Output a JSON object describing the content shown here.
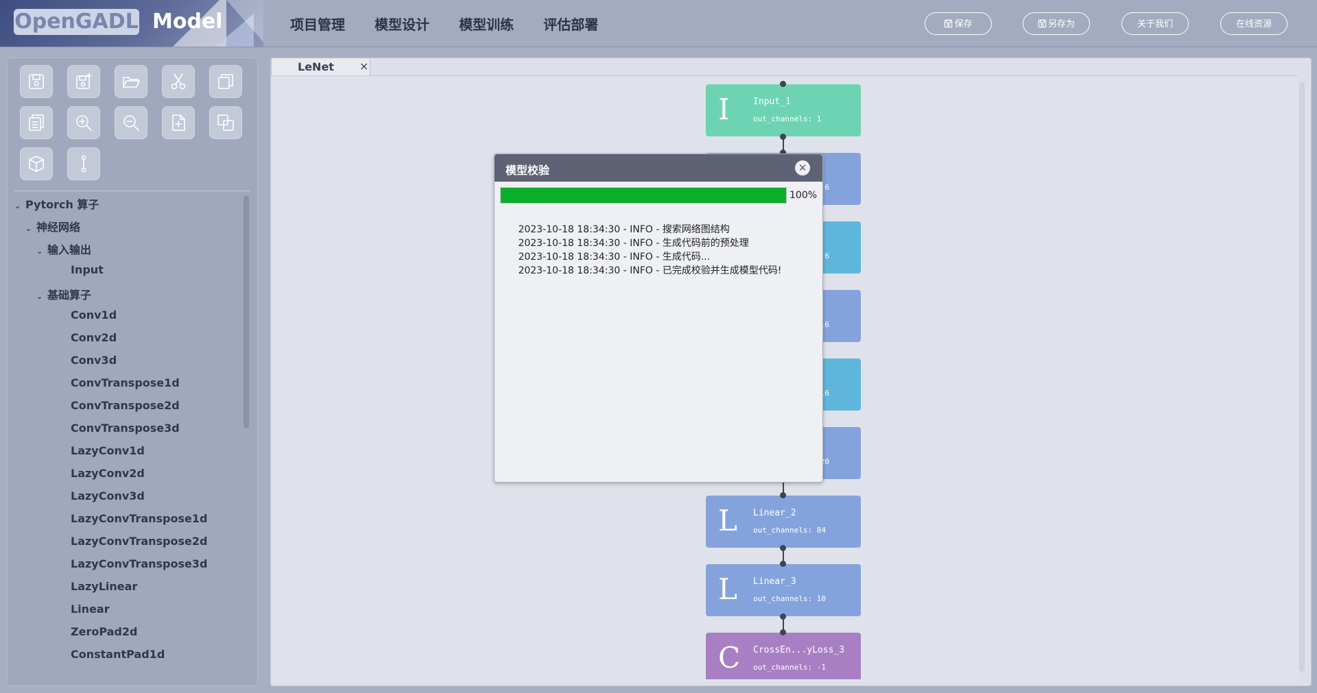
{
  "app": {
    "logo_left": "OpenGADL",
    "logo_right": "Model"
  },
  "nav": [
    "项目管理",
    "模型设计",
    "模型训练",
    "评估部署"
  ],
  "header_buttons": [
    {
      "label": "保存",
      "icon": "save-icon"
    },
    {
      "label": "另存为",
      "icon": "save-as-icon"
    },
    {
      "label": "关于我们"
    },
    {
      "label": "在线资源"
    }
  ],
  "toolbar": [
    {
      "icon": "save-icon"
    },
    {
      "icon": "save-as-icon"
    },
    {
      "icon": "open-folder-icon"
    },
    {
      "icon": "cut-icon"
    },
    {
      "icon": "copy-icon"
    },
    {
      "icon": "paste-icon"
    },
    {
      "icon": "zoom-in-icon"
    },
    {
      "icon": "zoom-out-icon"
    },
    {
      "icon": "new-file-icon"
    },
    {
      "icon": "duplicate-icon"
    },
    {
      "icon": "cube-icon"
    },
    {
      "icon": "connector-icon"
    }
  ],
  "tree": {
    "root": "Pytorch 算子",
    "group": "神经网络",
    "io_folder": "输入输出",
    "io_items": [
      "Input"
    ],
    "basic_folder": "基础算子",
    "basic_items": [
      "Conv1d",
      "Conv2d",
      "Conv3d",
      "ConvTranspose1d",
      "ConvTranspose2d",
      "ConvTranspose3d",
      "LazyConv1d",
      "LazyConv2d",
      "LazyConv3d",
      "LazyConvTranspose1d",
      "LazyConvTranspose2d",
      "LazyConvTranspose3d",
      "LazyLinear",
      "Linear",
      "ZeroPad2d",
      "ConstantPad1d"
    ]
  },
  "tab": {
    "label": "LeNet",
    "close": "×"
  },
  "nodes": [
    {
      "letter": "I",
      "name": "Input_1",
      "channels": "out_channels: 1",
      "color": "#6dd3b3"
    },
    {
      "letter": "",
      "name": "",
      "channels": "6",
      "color": "#84a3dd"
    },
    {
      "letter": "",
      "name": "",
      "channels": "6",
      "color": "#5eb6dc"
    },
    {
      "letter": "",
      "name": "",
      "channels": "16",
      "color": "#84a3dd"
    },
    {
      "letter": "",
      "name": "",
      "channels": "16",
      "color": "#5eb6dc"
    },
    {
      "letter": "",
      "name": "",
      "channels": "120",
      "color": "#84a3dd"
    },
    {
      "letter": "L",
      "name": "Linear_2",
      "channels": "out_channels: 84",
      "color": "#84a3dd"
    },
    {
      "letter": "L",
      "name": "Linear_3",
      "channels": "out_channels: 10",
      "color": "#84a3dd"
    },
    {
      "letter": "C",
      "name": "CrossEn...yLoss_3",
      "channels": "out_channels: -1",
      "color": "#a97fc4"
    }
  ],
  "dialog": {
    "title": "模型校验",
    "progress": 100,
    "progress_text": "100%",
    "log": [
      " 2023-10-18 18:34:30 - INFO - 搜索网络图结构",
      " 2023-10-18 18:34:30 - INFO - 生成代码前的预处理",
      " 2023-10-18 18:34:30 - INFO - 生成代码...",
      " 2023-10-18 18:34:30 - INFO - 已完成校验并生成模型代码!"
    ]
  }
}
